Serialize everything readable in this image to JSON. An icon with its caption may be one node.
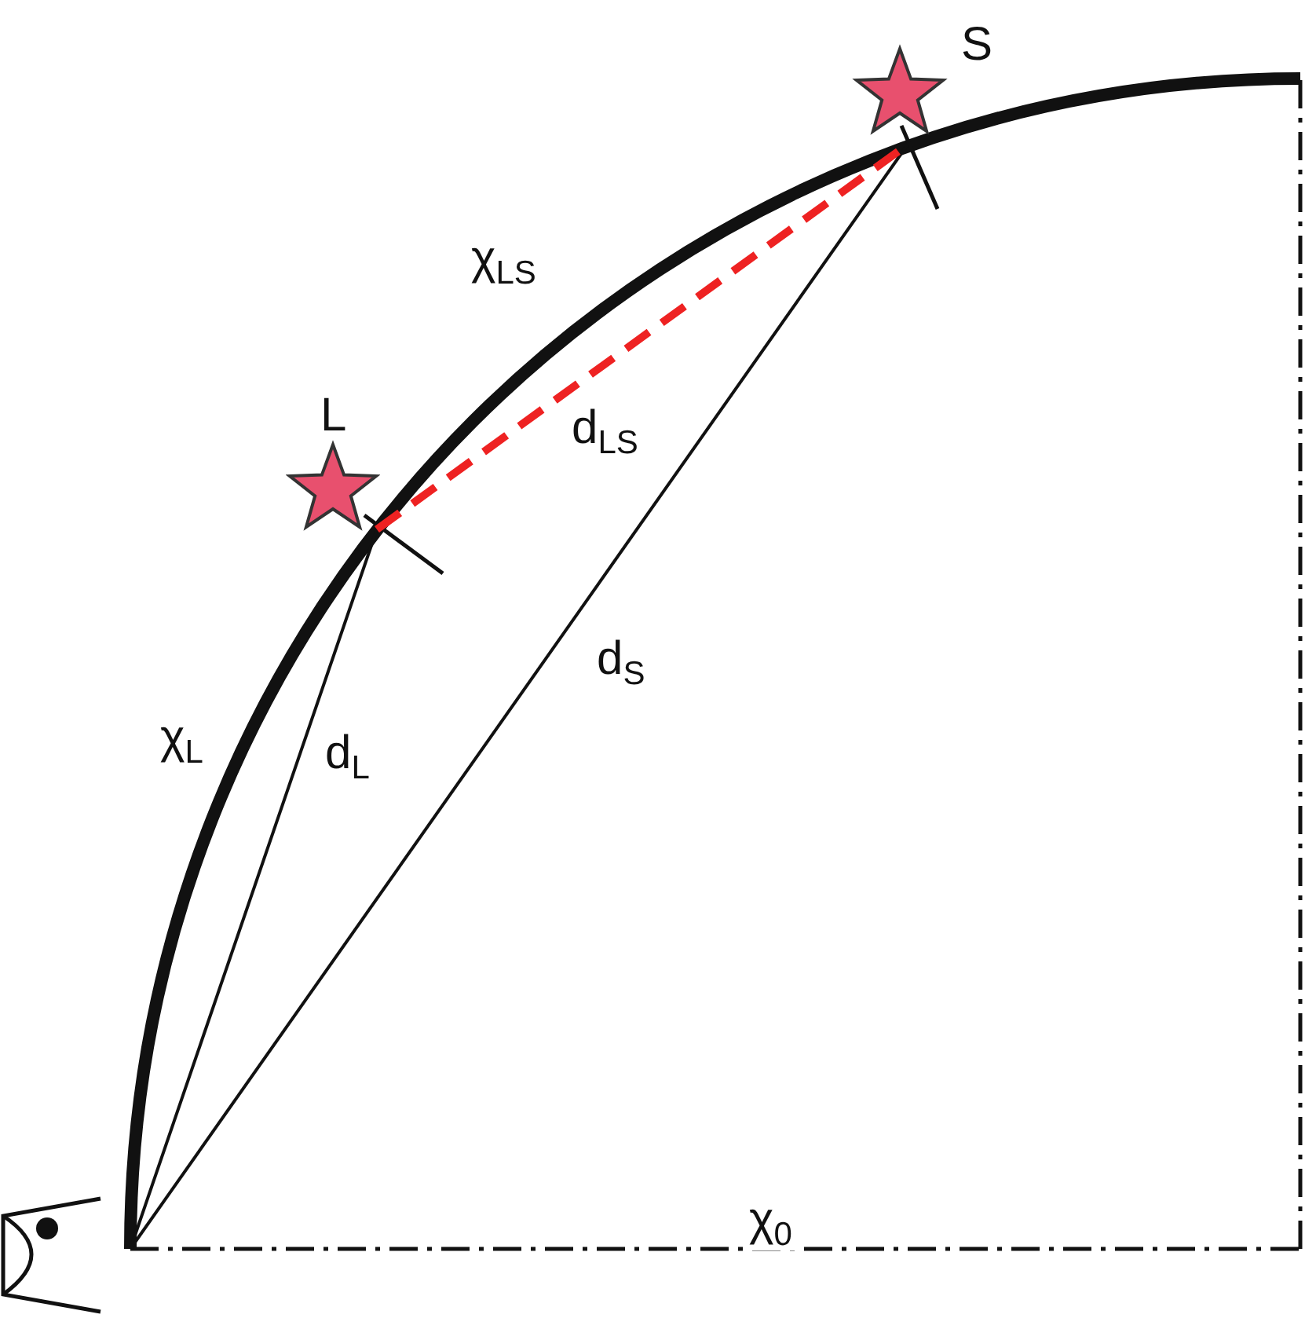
{
  "diagram": {
    "nodes": [
      {
        "text": [],
        "shape": "eye"
      },
      {
        "text": [
          "L"
        ]
      },
      {
        "text": [
          "S"
        ]
      }
    ],
    "edges": [
      {
        "from": 0,
        "to": 1,
        "arrow": "none",
        "label": "d$_{L}$"
      },
      {
        "from": 0,
        "to": 2,
        "arrow": "none",
        "label": "d$_{S}$"
      },
      {
        "from": 1,
        "to": 2,
        "arrow": "none",
        "label": "d$_{LS}$",
        "style": "dashed",
        "color": "#ee2222"
      }
    ],
    "labels": [
      "χ$_{LS}$",
      "χ$_{L}$",
      "χ$_{0}$"
    ]
  }
}
